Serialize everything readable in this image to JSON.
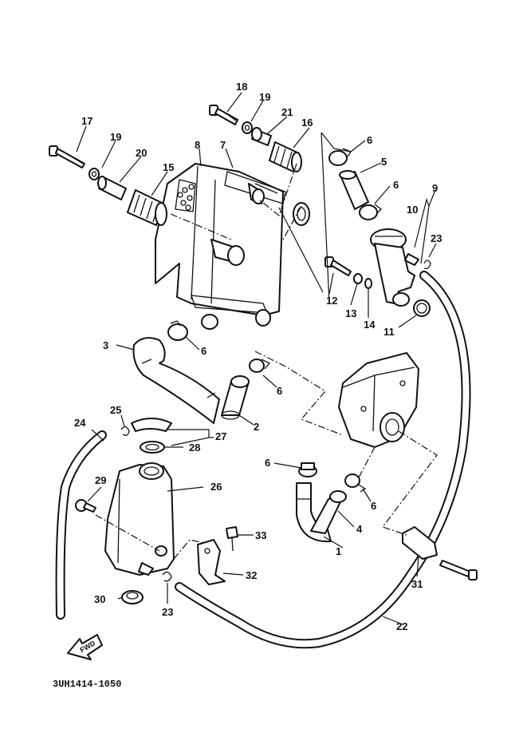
{
  "diagram": {
    "drawing_code": "3UH1414-1050",
    "direction_marker": "FWD",
    "callouts": [
      "1",
      "2",
      "3",
      "4",
      "5",
      "6",
      "6",
      "6",
      "6",
      "6",
      "6",
      "7",
      "8",
      "9",
      "10",
      "11",
      "12",
      "13",
      "14",
      "15",
      "16",
      "17",
      "18",
      "19",
      "19",
      "20",
      "21",
      "22",
      "23",
      "23",
      "24",
      "25",
      "26",
      "27",
      "28",
      "29",
      "30",
      "31",
      "32",
      "33"
    ]
  }
}
